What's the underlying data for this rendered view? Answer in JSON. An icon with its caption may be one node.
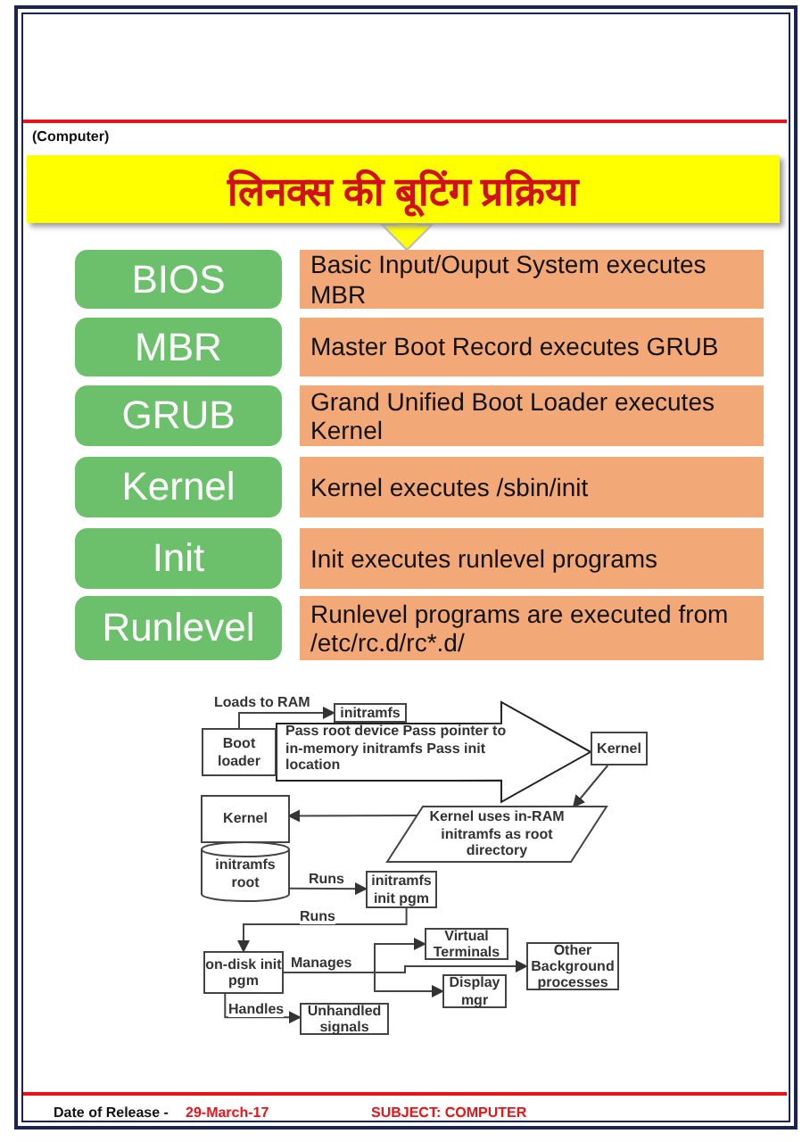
{
  "diagram": {
    "nodes": [
      {
        "text": [
          "लिनक्स की बूटिंग प्रक्रिया"
        ]
      },
      {
        "text": [
          "BIOS"
        ]
      },
      {
        "text": [
          "Basic Input/Ouput System executes MBR"
        ]
      },
      {
        "text": [
          "MBR"
        ]
      },
      {
        "text": [
          "Master Boot Record executes GRUB"
        ]
      },
      {
        "text": [
          "GRUB"
        ]
      },
      {
        "text": [
          "Grand Unified Boot Loader executes Kernel"
        ]
      },
      {
        "text": [
          "Kernel"
        ]
      },
      {
        "text": [
          "Kernel executes /sbin/init"
        ]
      },
      {
        "text": [
          "Init"
        ]
      },
      {
        "text": [
          "Init executes runlevel programs"
        ]
      },
      {
        "text": [
          "Runlevel"
        ]
      },
      {
        "text": [
          "Runlevel programs are executed from /etc/rc.d/rc*.d/"
        ]
      },
      {
        "text": [
          "Boot loader"
        ]
      },
      {
        "text": [
          "initramfs"
        ]
      },
      {
        "text": [
          "Kernel"
        ]
      },
      {
        "text": [
          "Kernel uses in-RAM initramfs as root directory"
        ]
      },
      {
        "text": [
          "Kernel",
          "initramfs root"
        ]
      },
      {
        "text": [
          "initramfs init pgm"
        ]
      },
      {
        "text": [
          "on-disk init pgm"
        ]
      },
      {
        "text": [
          "Virtual Terminals"
        ]
      },
      {
        "text": [
          "Other Background processes"
        ]
      },
      {
        "text": [
          "Display mgr"
        ]
      },
      {
        "text": [
          "Unhandled signals"
        ]
      }
    ],
    "edges": [
      {
        "from": 0,
        "to": 2,
        "arrow": "to",
        "style": "thick",
        "color": "#ffff00"
      },
      {
        "from": 13,
        "to": 14,
        "arrow": "to",
        "label": "Loads to RAM"
      },
      {
        "from": 13,
        "to": 15,
        "arrow": "to",
        "style": "thick",
        "label": "Pass root device Pass pointer to in-memory initramfs Pass init location"
      },
      {
        "from": 15,
        "to": 16,
        "arrow": "to"
      },
      {
        "from": 16,
        "to": 17,
        "arrow": "to"
      },
      {
        "from": 17,
        "to": 18,
        "arrow": "to",
        "label": "Runs"
      },
      {
        "from": 18,
        "to": 19,
        "arrow": "to",
        "label": "Runs"
      },
      {
        "from": 19,
        "to": 20,
        "arrow": "to",
        "label": "Manages"
      },
      {
        "from": 19,
        "to": 21,
        "arrow": "to"
      },
      {
        "from": 19,
        "to": 22,
        "arrow": "to"
      },
      {
        "from": 19,
        "to": 23,
        "arrow": "to",
        "label": "Handles"
      }
    ],
    "labels": [
      "(Computer)",
      "Date of Release -",
      "29-March-17",
      "SUBJECT: COMPUTER"
    ]
  }
}
